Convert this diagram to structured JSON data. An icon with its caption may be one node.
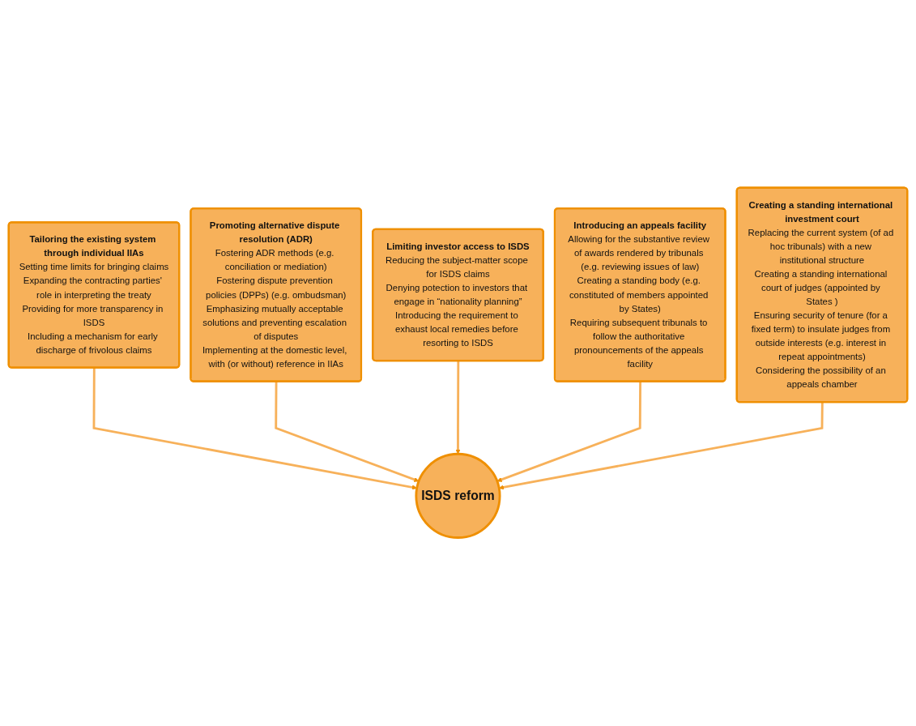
{
  "diagram": {
    "nodes": [
      {
        "text": [
          "Tailoring the existing system through individual IIAs",
          "Setting time limits for bringing claims",
          "Expanding the contracting parties' role in interpreting the treaty",
          "Providing for more transparency in ISDS",
          "Including a mechanism for early discharge of frivolous claims"
        ]
      },
      {
        "text": [
          "Promoting alternative dispute resolution (ADR)",
          "Fostering ADR methods (e.g. conciliation or mediation)",
          "Fostering dispute prevention policies (DPPs) (e.g. ombudsman)",
          "Emphasizing mutually acceptable solutions and preventing escalation of disputes",
          "Implementing at the domestic level, with (or without) reference in IIAs"
        ]
      },
      {
        "text": [
          "Limiting investor access to ISDS",
          "Reducing the subject-matter scope for ISDS claims",
          "Denying potection to investors that engage in “nationality planning”",
          "Introducing the requirement to exhaust local remedies before resorting to ISDS"
        ]
      },
      {
        "text": [
          "ISDS reform"
        ]
      },
      {
        "text": [
          "Introducing an appeals facility",
          "Allowing for the substantive review of awards rendered by tribunals (e.g. reviewing issues of law)",
          "Creating a standing body (e.g. constituted of members appointed by States)",
          "Requiring subsequent tribunals to follow the authoritative pronouncements of the appeals facility"
        ]
      },
      {
        "text": [
          "Creating a standing international investment court",
          "Replacing the current system (of ad hoc tribunals) with a new institutional structure",
          "Creating a standing international court of judges (appointed by States )",
          "Ensuring security of tenure (for a fixed term) to insulate judges from outside interests (e.g. interest in repeat appointments)",
          "Considering the possibility of an appeals chamber"
        ]
      }
    ],
    "edges": [
      {
        "from": 0,
        "to": 3,
        "arrow": "to"
      },
      {
        "from": 1,
        "to": 3,
        "arrow": "to"
      },
      {
        "from": 2,
        "to": 3,
        "arrow": "to"
      },
      {
        "from": 4,
        "to": 3,
        "arrow": "to"
      },
      {
        "from": 5,
        "to": 3,
        "arrow": "to"
      }
    ]
  }
}
